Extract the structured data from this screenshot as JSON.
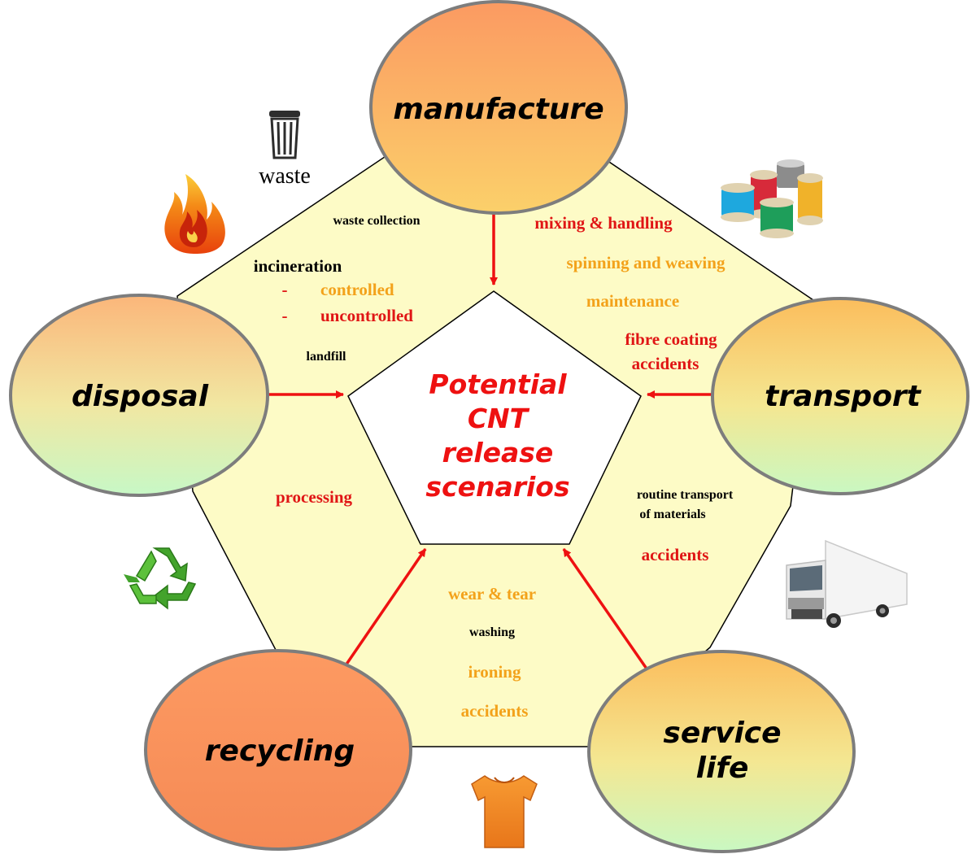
{
  "center": {
    "lines": [
      "Potential",
      "CNT",
      "release",
      "scenarios"
    ]
  },
  "nodes": {
    "manufacture": "manufacture",
    "transport": "transport",
    "service_life": [
      "service",
      "life"
    ],
    "recycling": "recycling",
    "disposal": "disposal"
  },
  "manufacture_items": [
    "mixing & handling",
    "spinning and weaving",
    "maintenance",
    "fibre coating",
    "accidents"
  ],
  "transport_items": [
    "routine transport",
    "of materials",
    "accidents"
  ],
  "service_items": [
    "wear & tear",
    "washing",
    "ironing",
    "accidents"
  ],
  "recycling_items": [
    "processing"
  ],
  "disposal_items": {
    "waste_collection": "waste collection",
    "incineration": "incineration",
    "dash": "-",
    "controlled": "controlled",
    "uncontrolled": "uncontrolled",
    "landfill": "landfill"
  },
  "waste_label": "waste",
  "icons": [
    "trash-bin-icon",
    "fire-icon",
    "thread-spools-icon",
    "truck-icon",
    "recycle-icon",
    "tshirt-icon"
  ],
  "colors": {
    "accent_red": "#e01515",
    "accent_orange": "#f3a21b",
    "pentagon_fill": "#fdfbc6"
  }
}
